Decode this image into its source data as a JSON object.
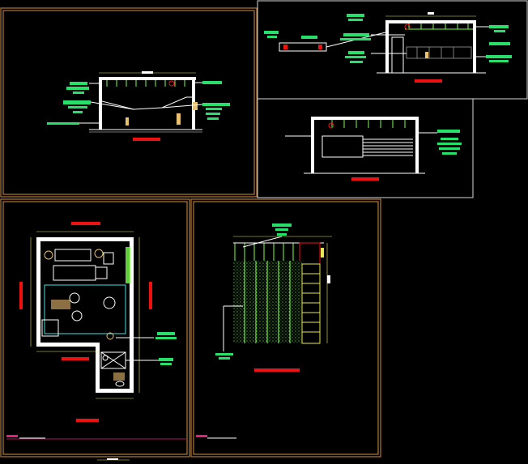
{
  "drawing": {
    "background": "#000000",
    "frame_color": "#b07a3a",
    "accent_red": "#ee1111",
    "accent_green": "#27e06a",
    "accent_magenta": "#e0207a",
    "wall_color": "#ffffff",
    "panels": [
      {
        "id": "elevation-a",
        "kind": "section-elevation"
      },
      {
        "id": "elevation-b",
        "kind": "section-elevation"
      },
      {
        "id": "elevation-c",
        "kind": "section-elevation"
      },
      {
        "id": "floor-plan",
        "kind": "furnished-floor-plan"
      },
      {
        "id": "ceiling-plan",
        "kind": "reflected-ceiling-plan"
      }
    ]
  }
}
